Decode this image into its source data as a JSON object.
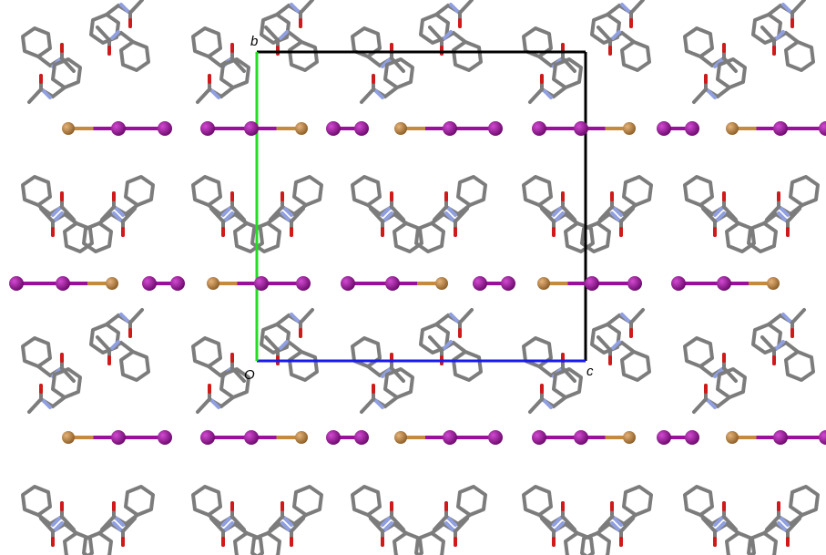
{
  "axis_labels": {
    "origin": "O",
    "b": "b",
    "c": "c"
  },
  "colors": {
    "background": "#ffffff",
    "cell_edge": "#000000",
    "axis_b": "#22dd22",
    "axis_c": "#1a1aee",
    "iodine": "#9b109b",
    "bromine": "#c68a3e",
    "carbon": "#7c7c7c",
    "nitrogen": "#8f9fe0",
    "oxygen": "#d01a1a"
  },
  "atoms": {
    "iodine": "I",
    "bromine": "Br",
    "organic_molecule": "acetanilide"
  }
}
